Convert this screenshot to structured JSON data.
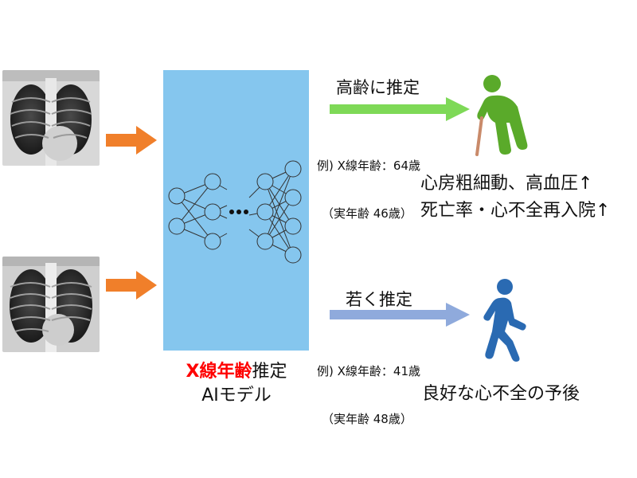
{
  "model": {
    "label_red": "X線年齢",
    "label_rest": "推定",
    "label_line2": "AIモデル"
  },
  "older": {
    "arrow_label": "高齢に推定",
    "example_line1": "例) X線年齢：64歳",
    "example_line2": "（実年齢 46歳）",
    "outcome_line1": "心房粗細動、高血圧↑",
    "outcome_line2": "死亡率・心不全再入院↑",
    "icon": "elderly-person-with-cane-icon",
    "color": "#5aaa2a"
  },
  "younger": {
    "arrow_label": "若く推定",
    "example_line1": "例) X線年齢：41歳",
    "example_line2": "（実年齢 48歳）",
    "outcome_line1": "良好な心不全の予後",
    "icon": "running-person-icon",
    "color": "#2a6ab2"
  },
  "colors": {
    "input_arrow": "#f07f2a",
    "older_arrow": "#7ed957",
    "younger_arrow": "#8faadc",
    "model_box": "#85c6ee"
  }
}
